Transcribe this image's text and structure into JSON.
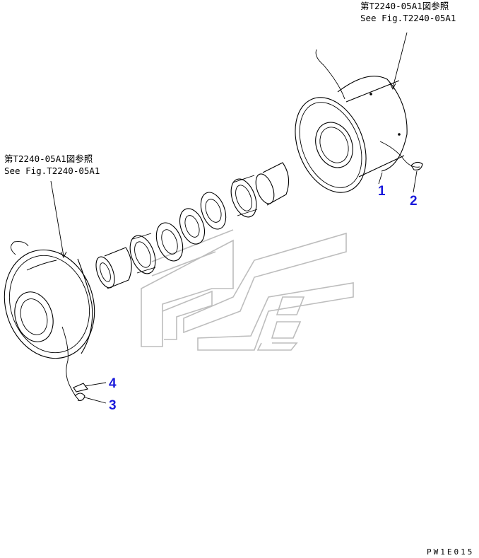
{
  "references": {
    "top_right": {
      "jp": "第T2240-05A1図参照",
      "en": "See Fig.T2240-05A1"
    },
    "left": {
      "jp": "第T2240-05A1図参照",
      "en": "See Fig.T2240-05A1"
    }
  },
  "callouts": [
    "1",
    "2",
    "3",
    "4"
  ],
  "drawing_code": "PW1E015",
  "colors": {
    "callout": "#1a1adb",
    "line": "#000000",
    "watermark": "#bdbdbd"
  }
}
